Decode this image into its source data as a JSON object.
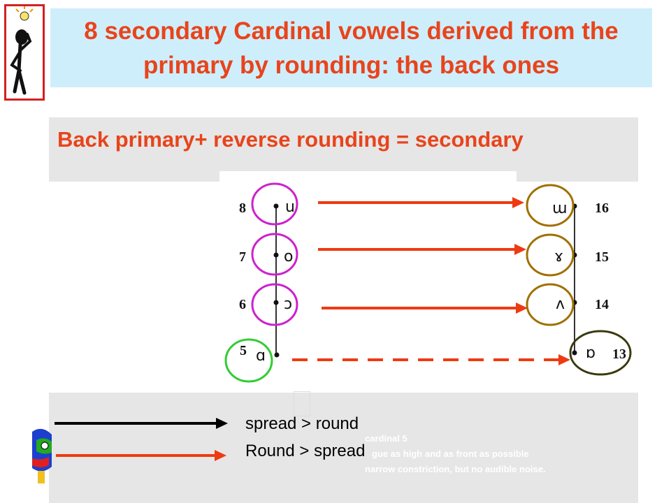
{
  "title": "8 secondary Cardinal vowels derived from the primary by rounding: the back ones",
  "subtitle": "Back primary+ reverse rounding = secondary",
  "diagram": {
    "primary": [
      {
        "number": "8",
        "symbol": "u"
      },
      {
        "number": "7",
        "symbol": "o"
      },
      {
        "number": "6",
        "symbol": "ɔ"
      },
      {
        "number": "5",
        "symbol": "ɑ"
      }
    ],
    "secondary": [
      {
        "number": "16",
        "symbol": "ɯ"
      },
      {
        "number": "15",
        "symbol": "ɤ"
      },
      {
        "number": "14",
        "symbol": "ʌ"
      },
      {
        "number": "13",
        "symbol": "ɒ"
      }
    ],
    "colors": {
      "arrow": "#ee3a12",
      "primary_circle": "#cc22cc",
      "secondary_circle": "#a07000",
      "cardinal5_circle": "#33cc33",
      "cardinal13_circle": "#3a3a10"
    }
  },
  "legend": {
    "black_arrow_label": "spread > round",
    "red_arrow_label": "Round > spread"
  },
  "ghost_text": {
    "line1": "narrow constriction, but no audible noise.",
    "line2": "cardinal 5",
    "line3": "gue as high and as front as possible",
    "line4": "narrow constriction, but no audible noise.",
    "fragment": "as possible"
  }
}
